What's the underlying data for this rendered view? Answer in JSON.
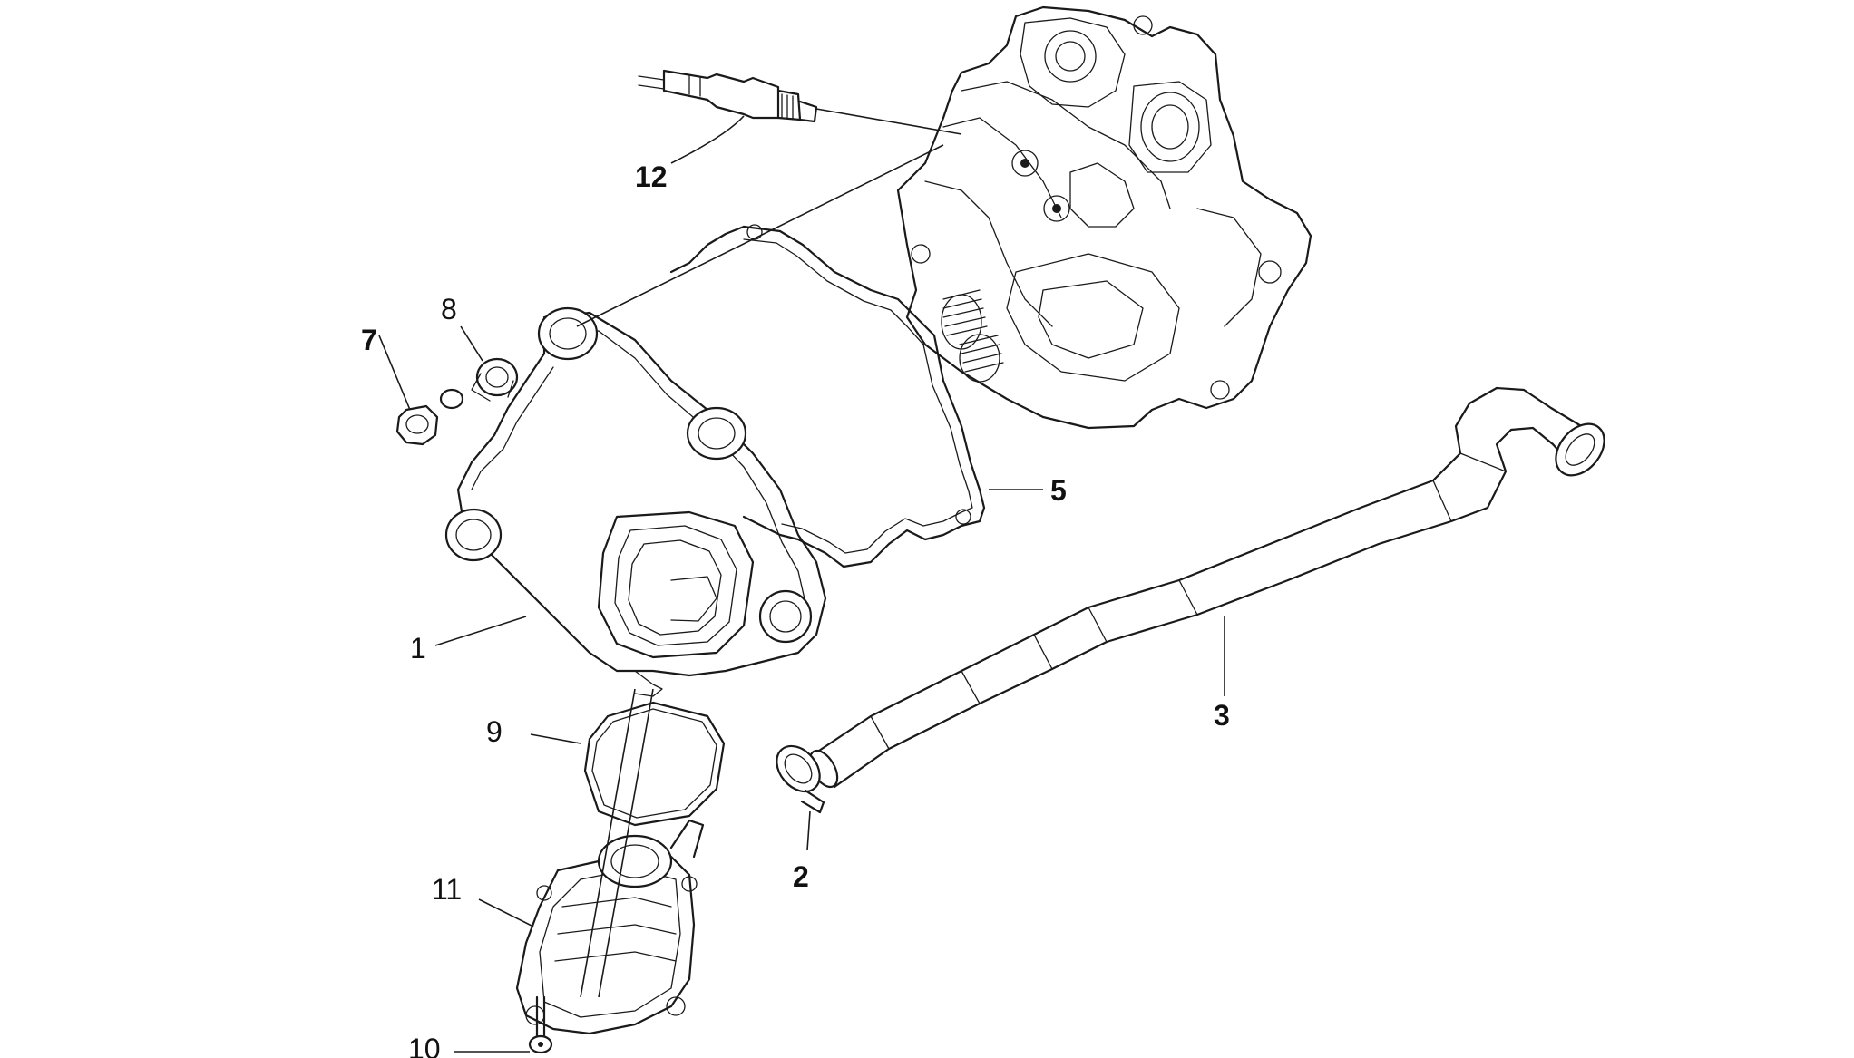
{
  "callouts": [
    {
      "id": "1",
      "text": "1"
    },
    {
      "id": "2",
      "text": "2"
    },
    {
      "id": "3",
      "text": "3"
    },
    {
      "id": "5",
      "text": "5"
    },
    {
      "id": "7",
      "text": "7"
    },
    {
      "id": "8",
      "text": "8"
    },
    {
      "id": "9",
      "text": "9"
    },
    {
      "id": "10",
      "text": "10"
    },
    {
      "id": "11",
      "text": "11"
    },
    {
      "id": "12",
      "text": "12"
    }
  ],
  "colors": {
    "line": "#1a1a1a",
    "background": "#ffffff"
  }
}
